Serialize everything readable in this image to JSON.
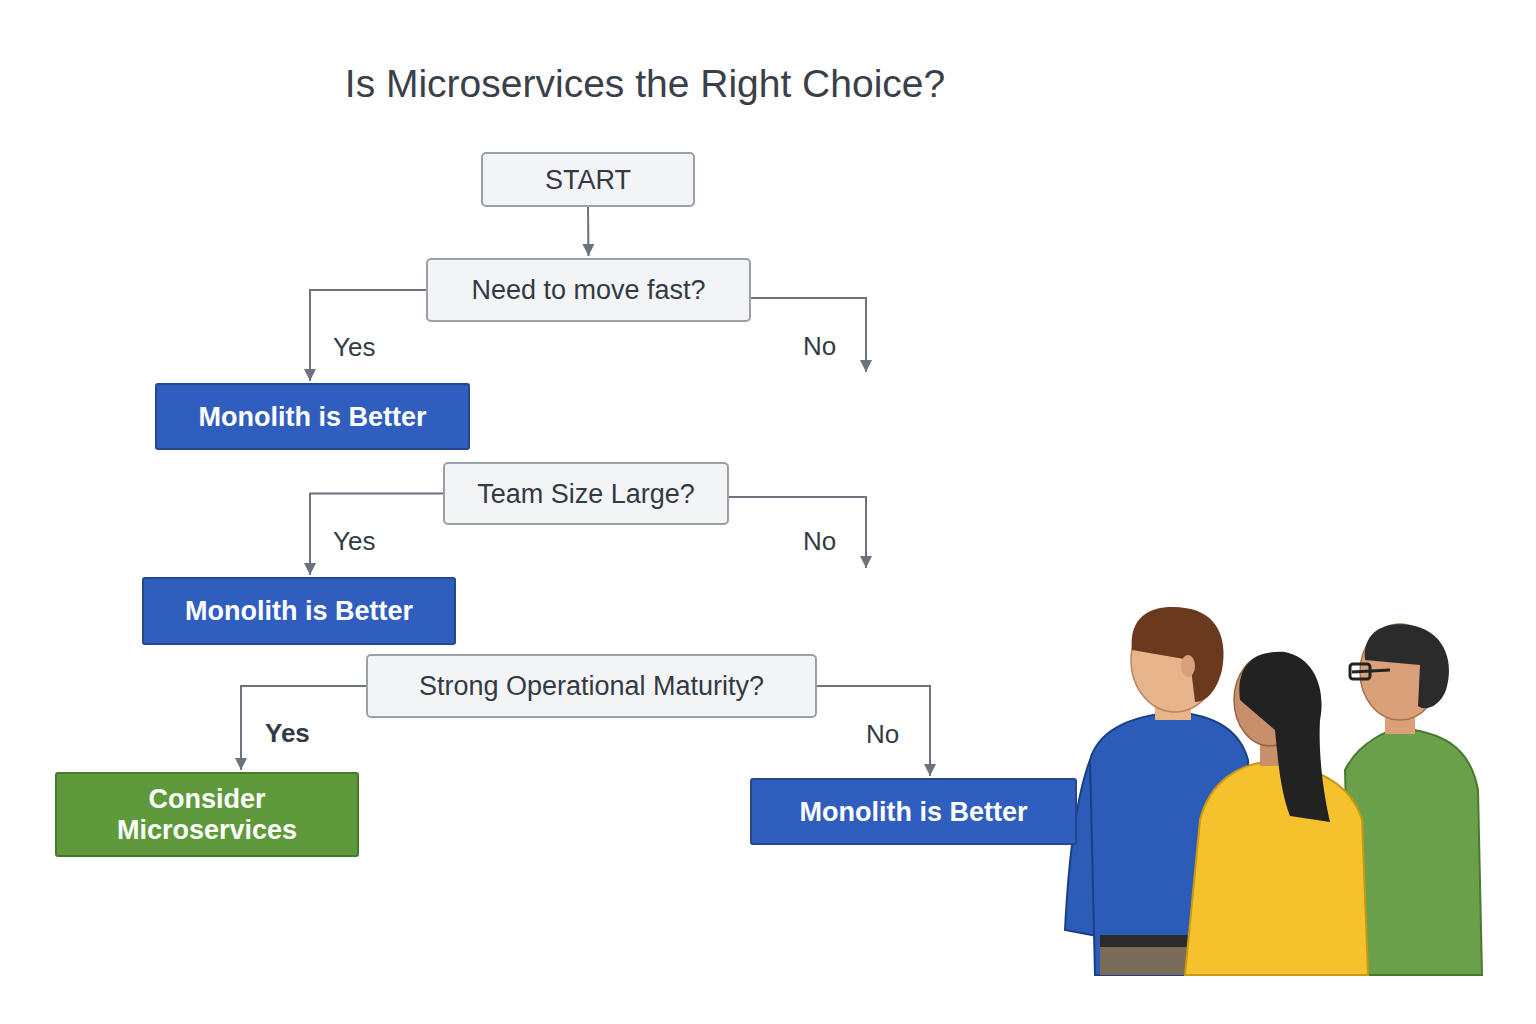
{
  "diagram": {
    "title": "Is Microservices the Right Choice?",
    "nodes": [
      {
        "text": [
          "START"
        ]
      },
      {
        "text": [
          "Need to move fast?"
        ]
      },
      {
        "text": [
          "Monolith is Better"
        ]
      },
      {
        "text": [
          "Team Size Large?"
        ]
      },
      {
        "text": [
          "Monolith is Better"
        ]
      },
      {
        "text": [
          "Strong Operational Maturity?"
        ]
      },
      {
        "text": [
          "Consider Microservices"
        ]
      },
      {
        "text": [
          "Monolith is Better"
        ]
      }
    ],
    "edges": [
      {
        "from": 0,
        "to": 1,
        "arrow": "to"
      },
      {
        "from": 1,
        "to": 2,
        "label": "Yes",
        "arrow": "to"
      },
      {
        "from": 3,
        "to": 4,
        "label": "Yes",
        "arrow": "to"
      },
      {
        "from": 5,
        "to": 6,
        "label": "Yes",
        "arrow": "to"
      },
      {
        "from": 5,
        "to": 7,
        "label": "No",
        "arrow": "to"
      }
    ],
    "labels": [
      "No",
      "No"
    ]
  }
}
